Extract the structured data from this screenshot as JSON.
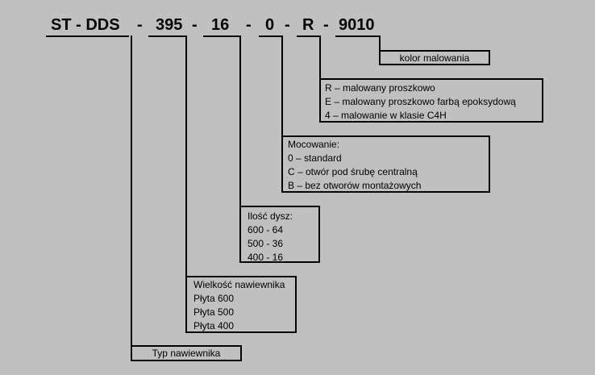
{
  "code": {
    "segments": [
      "ST - DDS",
      "-",
      "395",
      "-",
      "16",
      "-",
      "0",
      "-",
      "R",
      "-",
      "9010"
    ]
  },
  "boxes": {
    "paint_color": {
      "lines": [
        "kolor malowania"
      ]
    },
    "paint_type": {
      "lines": [
        "R – malowany proszkowo",
        "E – malowany proszkowo farbą epoksydową",
        "4 – malowanie w klasie C4H"
      ]
    },
    "mounting": {
      "lines": [
        "Mocowanie:",
        "0 – standard",
        "C – otwór pod śrubę centralną",
        "B – bez otworów montażowych"
      ]
    },
    "nozzles": {
      "lines": [
        "Ilość dysz:",
        "600 - 64",
        "500 - 36",
        "400 - 16"
      ]
    },
    "size": {
      "lines": [
        "Wielkość nawiewnika",
        "Płyta 600",
        "Płyta 500",
        "Płyta 400"
      ]
    },
    "type": {
      "lines": [
        "Typ nawiewnika"
      ]
    }
  },
  "colors": {
    "background": "#c0c0c0",
    "ink": "#000000"
  }
}
